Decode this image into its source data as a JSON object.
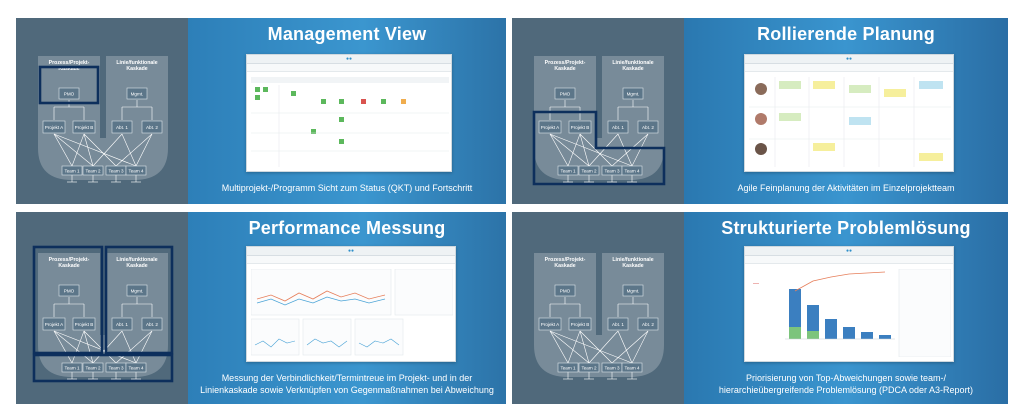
{
  "diagram": {
    "left_header": "Prozess/Projekt-\nKaskade",
    "right_header": "Linie/funktionale\nKaskade",
    "nodes": {
      "pmo": "PMO",
      "mgmt": "Mgmt.",
      "projekt_a": "Projekt A",
      "projekt_b": "Projekt B",
      "abt1": "Abt. 1",
      "abt2": "Abt. 2",
      "teams": [
        "Team 1",
        "Team 2",
        "Team 3",
        "Team 4"
      ]
    }
  },
  "panels": [
    {
      "title": "Management View",
      "caption": "Multiprojekt-/Programm Sicht zum Status (QKT) und Fortschritt",
      "highlight": "pmo"
    },
    {
      "title": "Rollierende Planung",
      "caption": "Agile Feinplanung der Aktivitäten im Einzelprojektteam",
      "highlight": "project-team"
    },
    {
      "title": "Performance Messung",
      "caption": "Messung der Verbindlichkeit/Termintreue im Projekt- und in der\nLinienkaskade sowie Verknüpfen von Gegenmaßnahmen bei Abweichung",
      "highlight": "both-cascades"
    },
    {
      "title": "Strukturierte Problemlösung",
      "caption": "Priorisierung von Top-Abweichungen sowie team-/\nhierarchieübergreifende Problemlösung (PDCA oder A3-Report)",
      "highlight": "none"
    }
  ],
  "colors": {
    "left_bg": "#50697b",
    "cascade_bg": "#7f929f",
    "box_fill": "#5c7689",
    "highlight": "#0d2f5c",
    "right_bg": "#3b96cf"
  }
}
